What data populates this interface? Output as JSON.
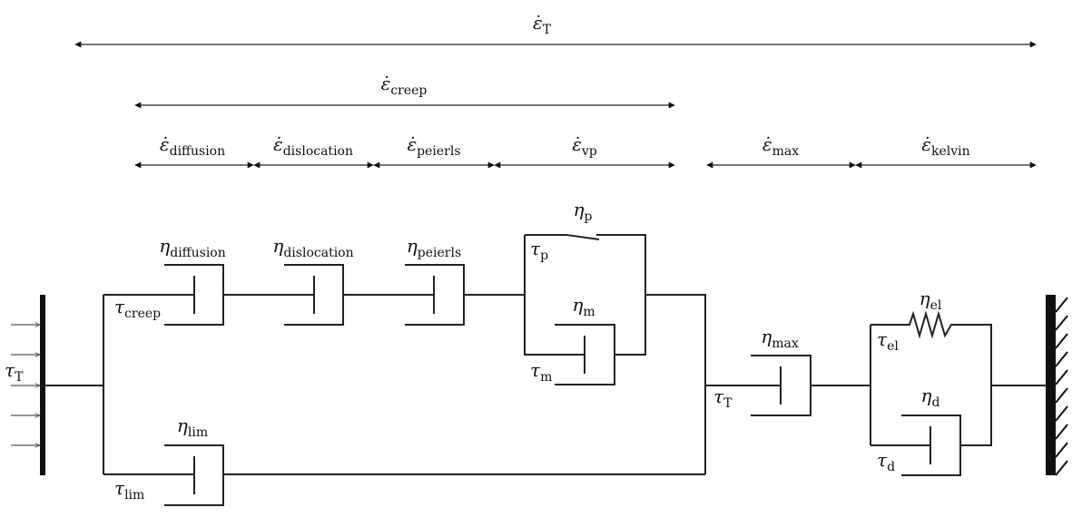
{
  "strain_rates": {
    "total": {
      "sym": "ε̇",
      "sub": "T"
    },
    "creep": {
      "sym": "ε̇",
      "sub": "creep"
    },
    "diffusion": {
      "sym": "ε̇",
      "sub": "diffusion"
    },
    "dislocation": {
      "sym": "ε̇",
      "sub": "dislocation"
    },
    "peierls": {
      "sym": "ε̇",
      "sub": "peierls"
    },
    "vp": {
      "sym": "ε̇",
      "sub": "vp"
    },
    "max": {
      "sym": "ε̇",
      "sub": "max"
    },
    "kelvin": {
      "sym": "ε̇",
      "sub": "kelvin"
    }
  },
  "elements": {
    "eta_diffusion": {
      "sym": "η",
      "sub": "diffusion"
    },
    "eta_dislocation": {
      "sym": "η",
      "sub": "dislocation"
    },
    "eta_peierls": {
      "sym": "η",
      "sub": "peierls"
    },
    "eta_p": {
      "sym": "η",
      "sub": "p"
    },
    "eta_m": {
      "sym": "η",
      "sub": "m"
    },
    "eta_max": {
      "sym": "η",
      "sub": "max"
    },
    "eta_el": {
      "sym": "η",
      "sub": "el"
    },
    "eta_d": {
      "sym": "η",
      "sub": "d"
    },
    "eta_lim": {
      "sym": "η",
      "sub": "lim"
    }
  },
  "stresses": {
    "tau_T_left": {
      "sym": "τ",
      "sub": "T"
    },
    "tau_creep": {
      "sym": "τ",
      "sub": "creep"
    },
    "tau_lim": {
      "sym": "τ",
      "sub": "lim"
    },
    "tau_p": {
      "sym": "τ",
      "sub": "p"
    },
    "tau_m": {
      "sym": "τ",
      "sub": "m"
    },
    "tau_T_mid": {
      "sym": "τ",
      "sub": "T"
    },
    "tau_el": {
      "sym": "τ",
      "sub": "el"
    },
    "tau_d": {
      "sym": "τ",
      "sub": "d"
    }
  }
}
